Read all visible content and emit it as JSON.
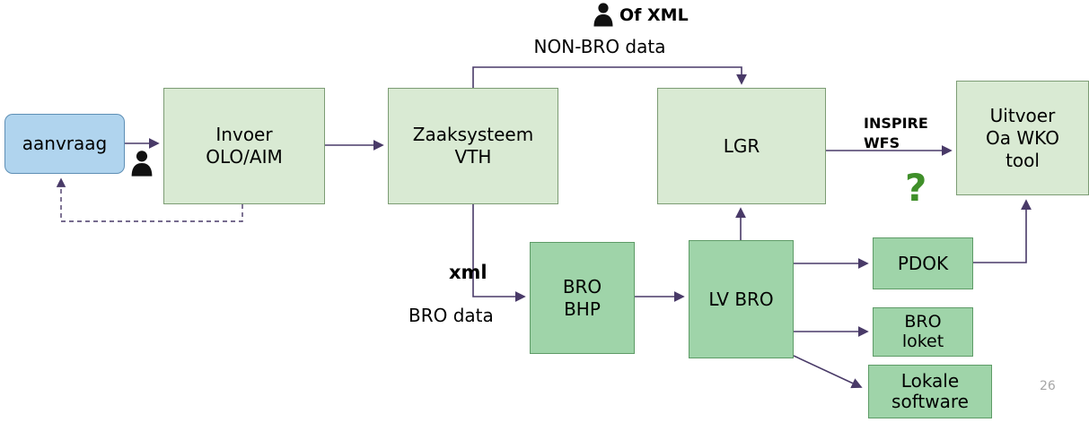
{
  "slide": {
    "page_number": "26"
  },
  "colors": {
    "light_fill": "#d9ead3",
    "light_border": "#7c9c74",
    "dark_fill": "#9fd4a9",
    "dark_border": "#5e9b67",
    "blue_fill": "#b0d4ee",
    "blue_border": "#5e8fb5",
    "arrow_color": "#493a68",
    "question_color": "#3f8f29",
    "page_number_color": "#a6a6a6"
  },
  "nodes": {
    "aanvraag": {
      "label": "aanvraag"
    },
    "invoer_olo_aim": {
      "label": "Invoer\nOLO/AIM"
    },
    "zaaksysteem_vth": {
      "label": "Zaaksysteem\nVTH"
    },
    "lgr": {
      "label": "LGR"
    },
    "uitvoer_wko": {
      "label": "Uitvoer\nOa WKO\ntool"
    },
    "bro_bhp": {
      "label": "BRO\nBHP"
    },
    "lv_bro": {
      "label": "LV BRO"
    },
    "pdok": {
      "label": "PDOK"
    },
    "bro_loket": {
      "label": "BRO\nloket"
    },
    "lokale_software": {
      "label": "Lokale\nsoftware"
    }
  },
  "annotations": {
    "of_xml": "Of XML",
    "non_bro_data": "NON-BRO data",
    "inspire_wfs": "INSPIRE\nWFS",
    "xml": "xml",
    "bro_data": "BRO data",
    "question_mark": "?"
  },
  "icons": {
    "of_xml_person": "person-icon",
    "aanvraag_person": "person-icon"
  },
  "edges": [
    {
      "from": "aanvraag",
      "to": "invoer_olo_aim",
      "style": "solid"
    },
    {
      "from": "invoer_olo_aim",
      "to": "zaaksysteem_vth",
      "style": "solid"
    },
    {
      "from": "invoer_olo_aim",
      "to": "aanvraag",
      "style": "dashed"
    },
    {
      "from": "zaaksysteem_vth",
      "to": "lgr",
      "style": "solid",
      "label": "Of XML / NON-BRO data"
    },
    {
      "from": "zaaksysteem_vth",
      "to": "bro_bhp",
      "style": "solid",
      "label": "xml / BRO data"
    },
    {
      "from": "bro_bhp",
      "to": "lv_bro",
      "style": "solid"
    },
    {
      "from": "lv_bro",
      "to": "lgr",
      "style": "solid"
    },
    {
      "from": "lgr",
      "to": "uitvoer_wko",
      "style": "solid",
      "label": "INSPIRE WFS"
    },
    {
      "from": "lv_bro",
      "to": "pdok",
      "style": "solid"
    },
    {
      "from": "lv_bro",
      "to": "bro_loket",
      "style": "solid"
    },
    {
      "from": "lv_bro",
      "to": "lokale_software",
      "style": "solid"
    },
    {
      "from": "pdok",
      "to": "uitvoer_wko",
      "style": "solid"
    }
  ]
}
